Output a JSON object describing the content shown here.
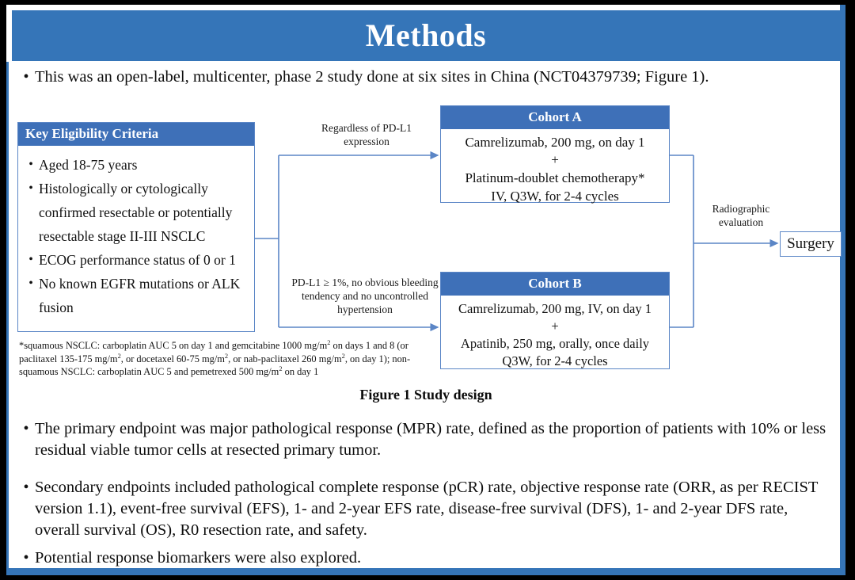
{
  "colors": {
    "header_blue": "#3575B8",
    "box_header_blue": "#3E70B8",
    "box_border_blue": "#5B86C6",
    "connector_blue": "#5B86C6",
    "frame_black": "#000000",
    "text_black": "#0d0d0d"
  },
  "header": {
    "title": "Methods"
  },
  "bullets": {
    "marker": "•",
    "top": "This was an open-label, multicenter, phase 2 study done at six sites in China (NCT04379739; Figure 1).",
    "primary_endpoint": "The primary endpoint was major pathological response (MPR) rate, defined as the proportion of patients with 10% or less residual viable tumor cells at resected primary tumor.",
    "secondary_endpoints": "Secondary endpoints included pathological complete response (pCR) rate, objective response rate (ORR, as per RECIST version 1.1), event-free survival (EFS), 1- and 2-year EFS rate, disease-free survival (DFS), 1- and 2-year DFS rate, overall survival (OS), R0 resection rate, and safety.",
    "biomarkers": "Potential response biomarkers were also explored."
  },
  "figure": {
    "caption": "Figure 1 Study design",
    "eligibility": {
      "header": "Key  Eligibility Criteria",
      "marker": "•",
      "items": [
        "Aged 18-75 years",
        "Histologically or cytologically confirmed resectable or potentially resectable stage II-III  NSCLC",
        "ECOG performance status of 0 or 1",
        "No known EGFR mutations or ALK fusion"
      ]
    },
    "cohort_a": {
      "header": "Cohort A",
      "line1": "Camrelizumab, 200 mg, on day 1",
      "plus": "+",
      "line2": "Platinum-doublet chemotherapy*",
      "line3": "IV, Q3W, for 2-4 cycles"
    },
    "cohort_b": {
      "header": "Cohort B",
      "line1": "Camrelizumab, 200 mg, IV, on day 1",
      "plus": "+",
      "line2": "Apatinib, 250 mg, orally, once daily",
      "line3": "Q3W, for 2-4 cycles"
    },
    "labels": {
      "regardless": "Regardless  of PD-L1 expression",
      "pdl1": "PD-L1 ≥ 1%, no obvious bleeding tendency and no uncontrolled  hypertension",
      "radiographic": "Radiographic evaluation"
    },
    "surgery": {
      "label": "Surgery"
    },
    "footnote": {
      "part1": "*squamous NSCLC: carboplatin AUC 5 on day 1 and gemcitabine 1000 mg/m",
      "sup1": "2",
      "part2": " on days 1 and 8 (or paclitaxel 135-175  mg/m",
      "sup2": "2",
      "part3": ", or docetaxel 60-75 mg/m",
      "sup3": "2",
      "part4": ", or nab-paclitaxel 260 mg/m",
      "sup4": "2",
      "part5": ", on day 1); non-squamous NSCLC: carboplatin AUC 5 and pemetrexed 500 mg/m",
      "sup5": "2",
      "part6": " on day 1"
    }
  }
}
